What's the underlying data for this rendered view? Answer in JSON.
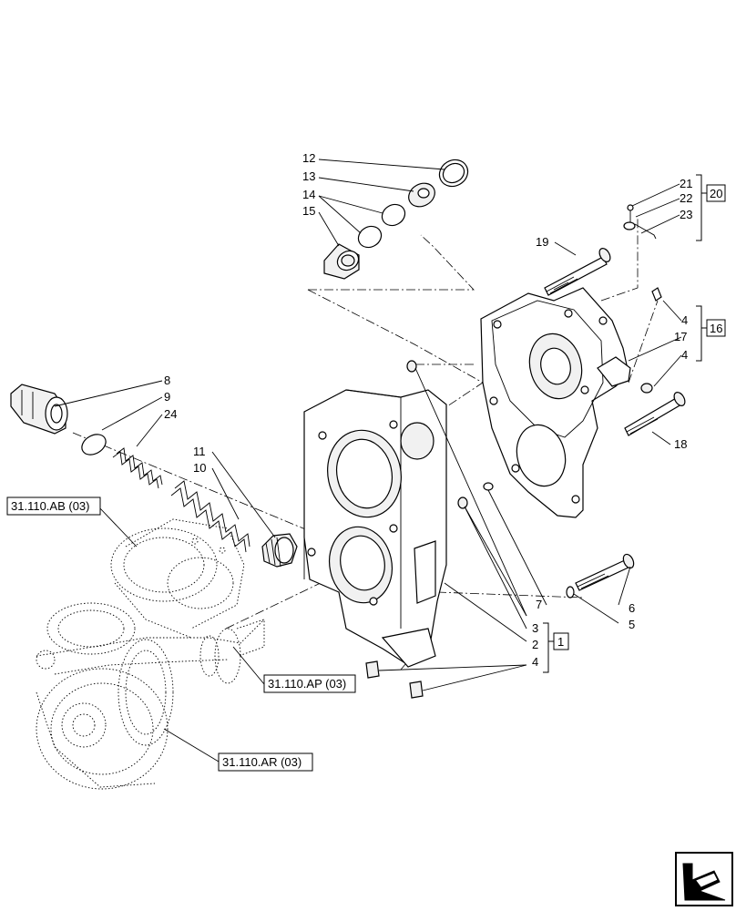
{
  "callouts": {
    "c1": "1",
    "c2": "2",
    "c3": "3",
    "c4a": "4",
    "c4b": "4",
    "c4c": "4",
    "c5": "5",
    "c6": "6",
    "c7": "7",
    "c8": "8",
    "c9": "9",
    "c10": "10",
    "c11": "11",
    "c12": "12",
    "c13": "13",
    "c14": "14",
    "c15": "15",
    "c16": "16",
    "c17": "17",
    "c18": "18",
    "c19": "19",
    "c20": "20",
    "c21": "21",
    "c22": "22",
    "c23": "23",
    "c24": "24"
  },
  "references": {
    "ab": "31.110.AB (03)",
    "ap": "31.110.AP (03)",
    "ar": "31.110.AR (03)"
  },
  "nav_icon": "arrow-navigation-icon"
}
